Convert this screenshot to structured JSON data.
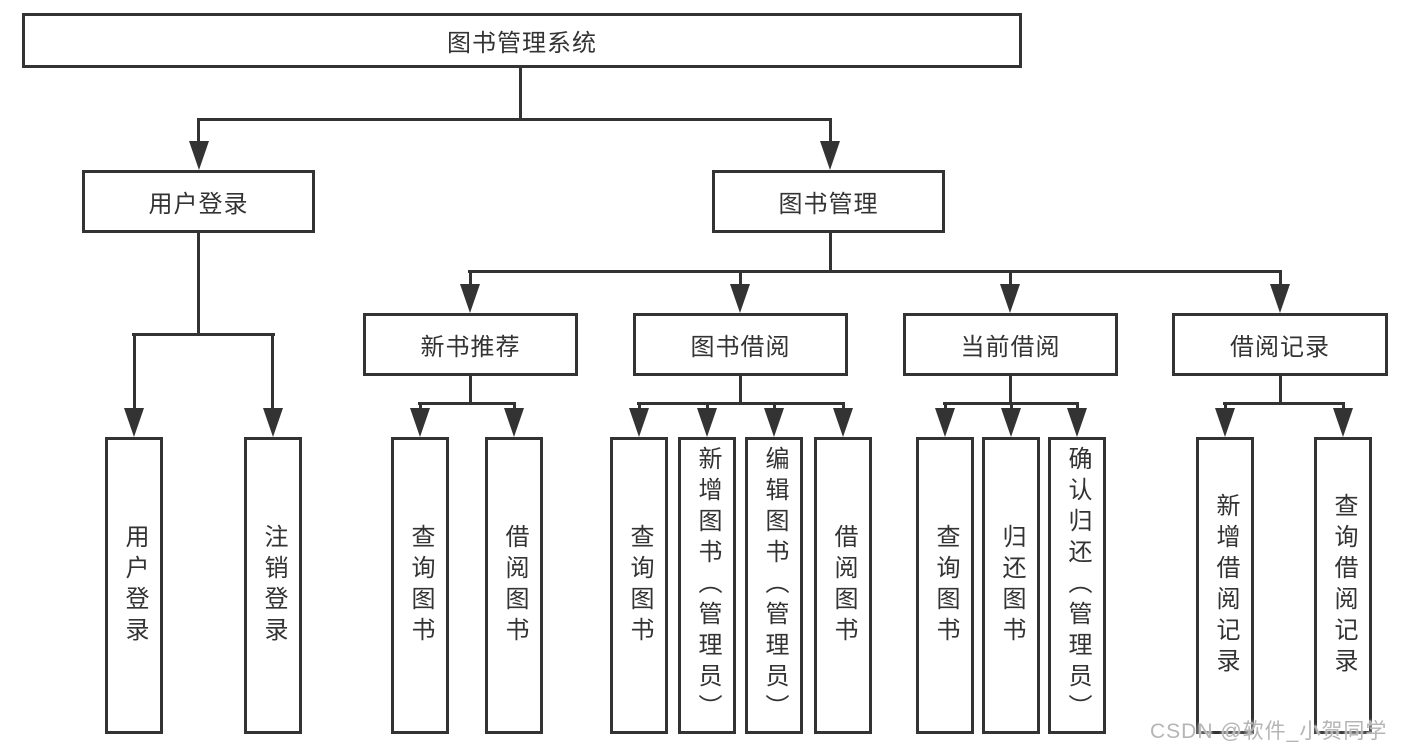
{
  "diagram": {
    "root": {
      "label": "图书管理系统"
    },
    "branches": [
      {
        "label": "用户登录"
      },
      {
        "label": "图书管理"
      }
    ],
    "modules": [
      {
        "label": "新书推荐"
      },
      {
        "label": "图书借阅"
      },
      {
        "label": "当前借阅"
      },
      {
        "label": "借阅记录"
      }
    ],
    "leaves": [
      {
        "label": "用户登录"
      },
      {
        "label": "注销登录"
      },
      {
        "label": "查询图书"
      },
      {
        "label": "借阅图书"
      },
      {
        "label": "查询图书"
      },
      {
        "label": "新增图书（管理员）"
      },
      {
        "label": "编辑图书（管理员）"
      },
      {
        "label": "借阅图书"
      },
      {
        "label": "查询图书"
      },
      {
        "label": "归还图书"
      },
      {
        "label": "确认归还（管理员）"
      },
      {
        "label": "新增借阅记录"
      },
      {
        "label": "查询借阅记录"
      }
    ],
    "colors": {
      "line": "#333333",
      "text": "#333333",
      "background": "#ffffff",
      "watermark": "#b5b5b5"
    }
  },
  "watermark": {
    "text": "CSDN @软件_小贺同学"
  }
}
